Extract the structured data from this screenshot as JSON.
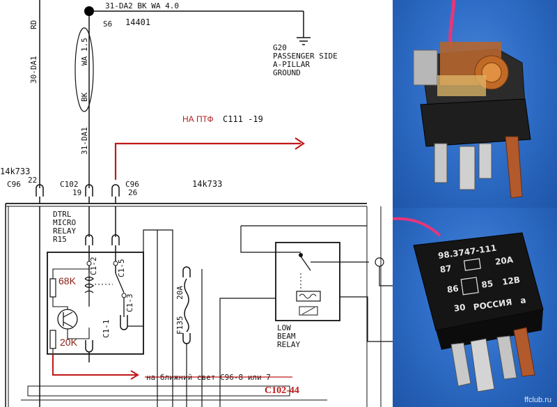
{
  "schematic": {
    "wire_rd": "RD",
    "wire_30_da1": "30-DA1",
    "top_wire": "31-DA2   BK   WA 4.0",
    "splice": "S6",
    "splice_num": "14401",
    "wa_15": "WA 1.5",
    "bk": "BK",
    "ground_code": "G20",
    "ground_l1": "PASSENGER SIDE",
    "ground_l2": "A-PILLAR",
    "ground_l3": "GROUND",
    "ptf_label": "НА ПТФ",
    "c111": "C111 -19",
    "wire_31_da1": "31-DA1",
    "harness_left": "14k733",
    "harness_mid": "14k733",
    "c96_left": "C96",
    "c96_left_pin": "22",
    "c102": "C102",
    "c102_pin": "19",
    "c96_right": "C96",
    "c96_right_pin": "26",
    "dtrl_l1": "DTRL",
    "dtrl_l2": "MICRO",
    "dtrl_l3": "RELAY",
    "dtrl_l4": "R15",
    "c1_2": "C1-2",
    "c1_5": "C1-5",
    "c1_3": "C1-3",
    "c1_1": "C1-1",
    "res_68k": "68K",
    "res_20k": "20K",
    "fuse_amp": "20A",
    "fuse_id": "F135",
    "low_l1": "LOW",
    "low_l2": "BEAM",
    "low_l3": "RELAY",
    "bottom_note": "на ближний свет C96-8 или 7",
    "c102_44": "C102-44"
  },
  "photos": {
    "relay_l1": "98.3747-111",
    "relay_l2_left": "87",
    "relay_l2_right": "20A",
    "relay_l3_left": "86",
    "relay_l3_mid": "85",
    "relay_l3_right": "12B",
    "relay_l4_left": "30",
    "relay_l4_right": "РОССИЯ",
    "watermark": "ffclub.ru"
  },
  "colors": {
    "wire": "#111111",
    "annotation_red": "#c01818",
    "photo_blue": "#2f6ec8"
  }
}
